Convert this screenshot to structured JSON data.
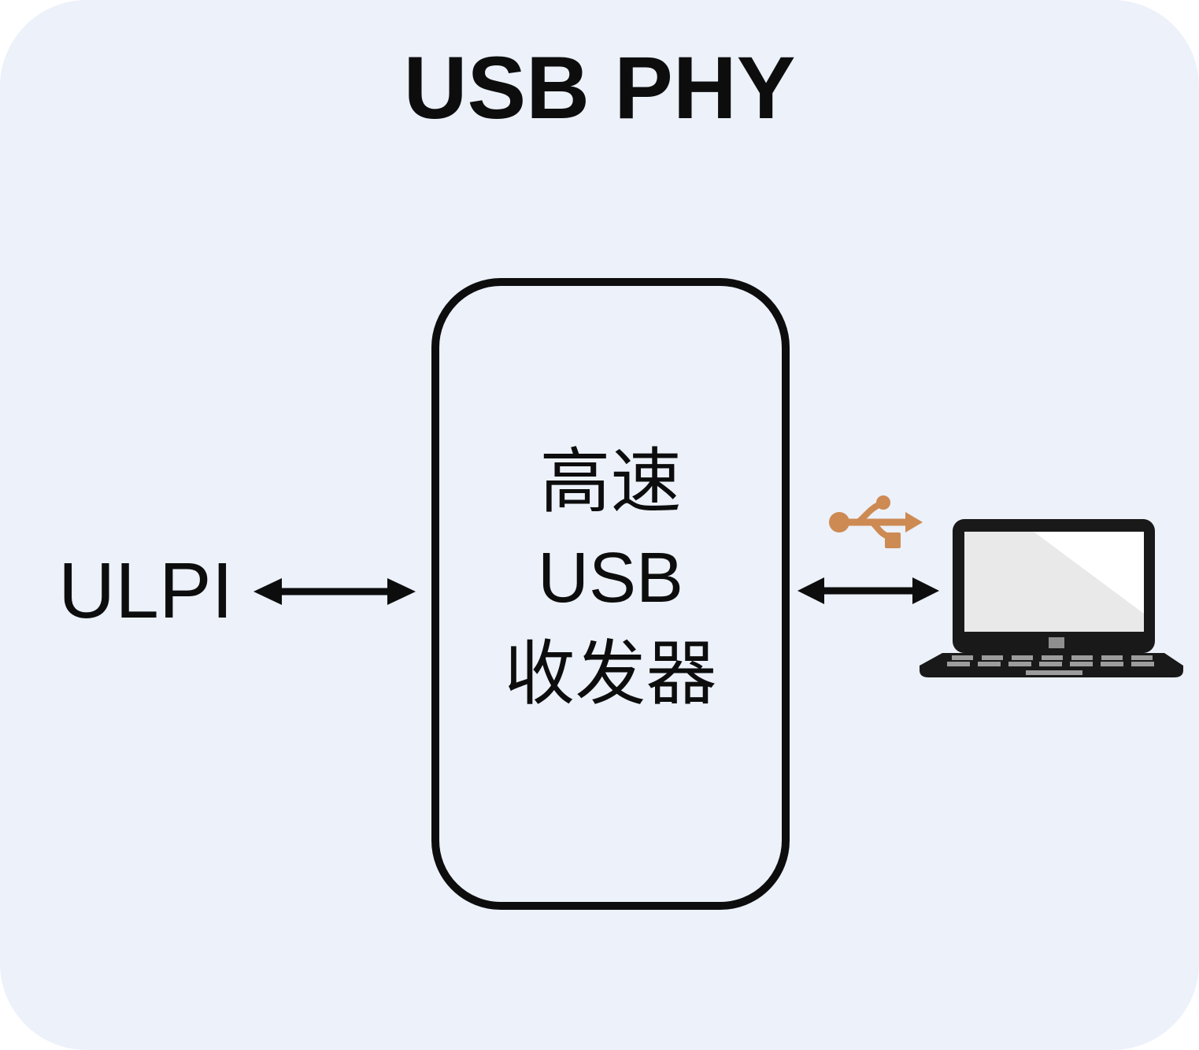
{
  "canvas": {
    "background_color": "#ecf1fa",
    "outer_background_color": "#ffffff",
    "line_color": "#0d0d0d"
  },
  "header": {
    "title": "USB PHY"
  },
  "diagram": {
    "ulpi_label": "ULPI",
    "transceiver": {
      "line1": "高速",
      "line2": "USB",
      "line3": "收发器"
    },
    "arrows": {
      "left": "bidirectional",
      "right": "bidirectional"
    },
    "icons": {
      "usb": {
        "name": "usb-trident-icon",
        "color": "#cd8a52"
      },
      "laptop": {
        "name": "laptop-icon",
        "body_color": "#191919",
        "screen_color": "#e9e9e9",
        "highlight_color": "#ffffff",
        "key_color": "#9c9c9c"
      }
    }
  }
}
